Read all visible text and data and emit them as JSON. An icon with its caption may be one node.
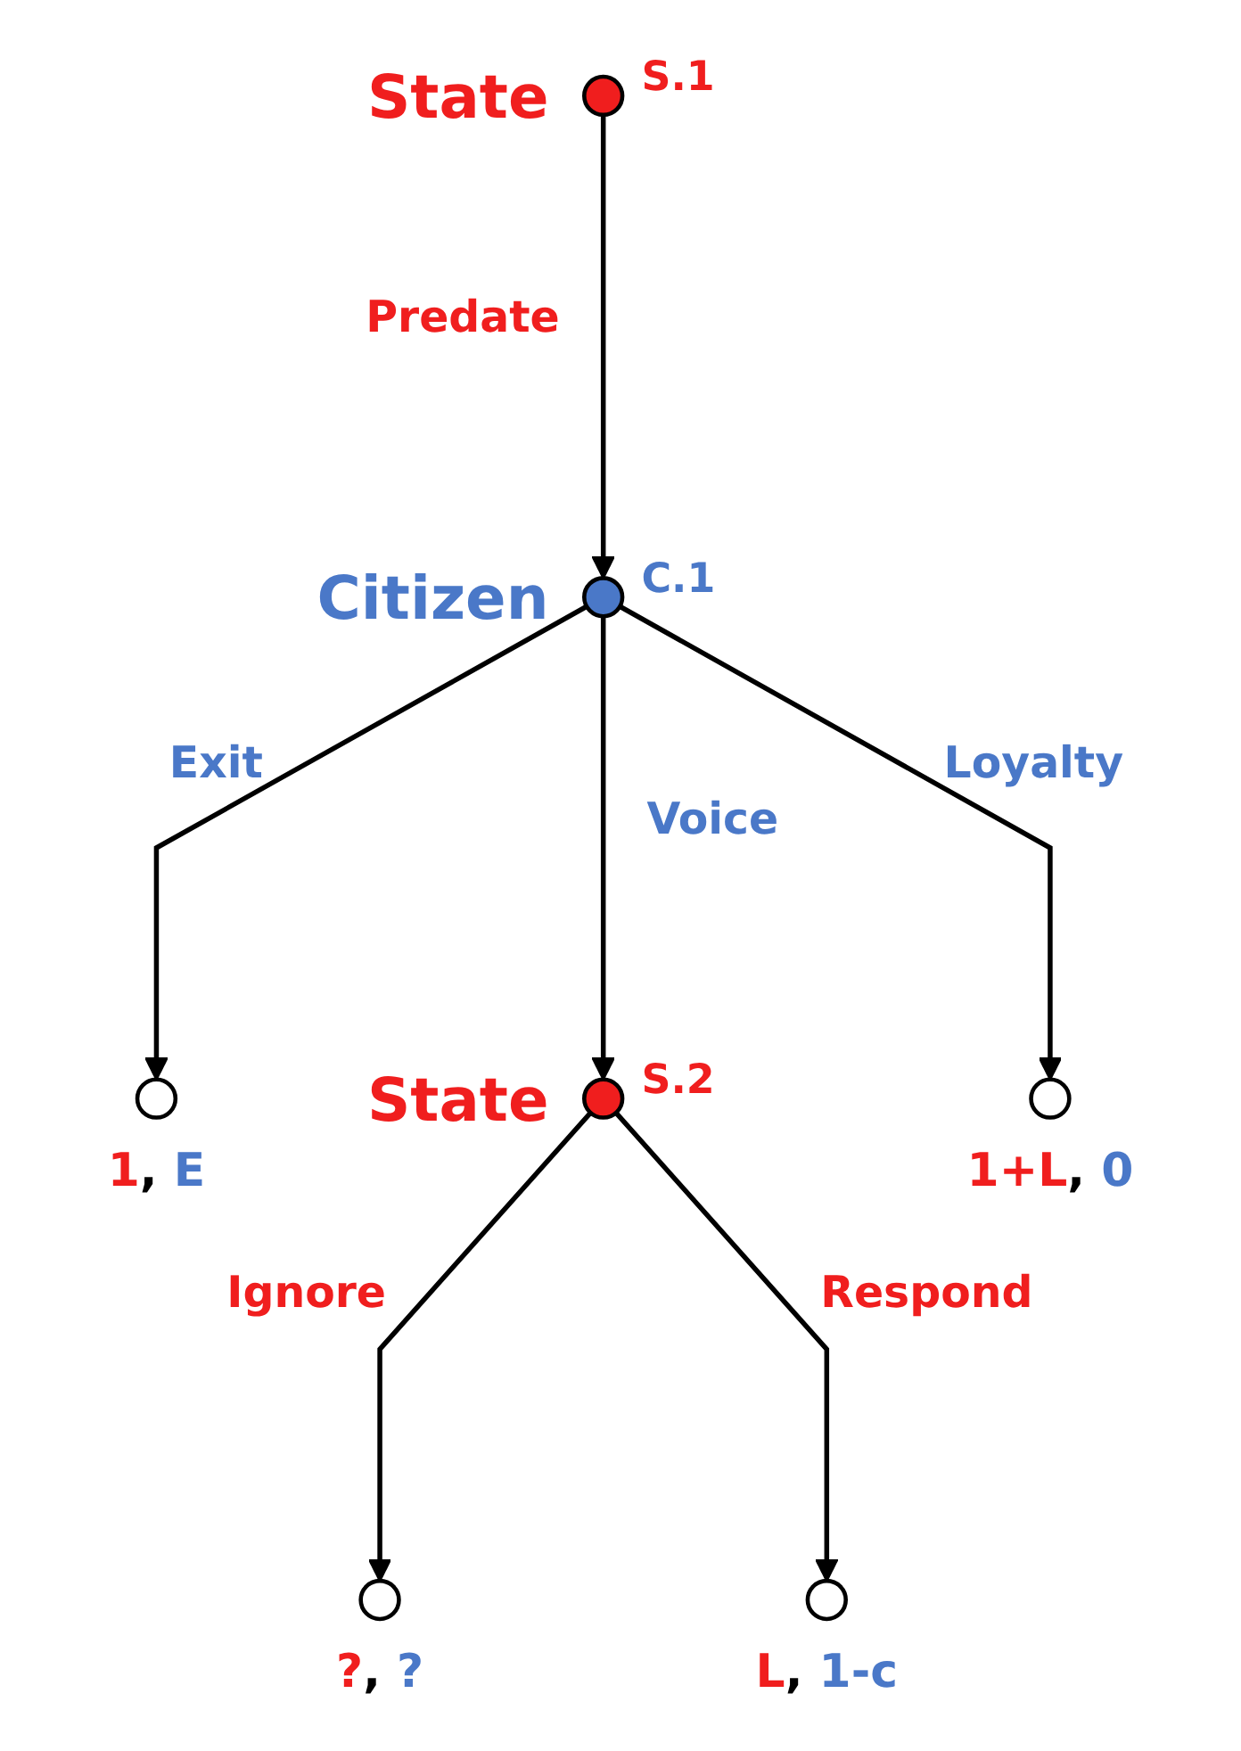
{
  "diagram": {
    "nodes": [
      {
        "text": [],
        "shape": "circle",
        "beside": [
          "State",
          "S.1"
        ]
      },
      {
        "text": [],
        "shape": "circle",
        "beside": [
          "Citizen",
          "C.1"
        ]
      },
      {
        "text": [],
        "shape": "circle",
        "beside": [
          "1, E"
        ]
      },
      {
        "text": [],
        "shape": "circle",
        "beside": [
          "State",
          "S.2"
        ]
      },
      {
        "text": [],
        "shape": "circle",
        "beside": [
          "1+L, 0"
        ]
      },
      {
        "text": [],
        "shape": "circle",
        "beside": [
          "?, ?"
        ]
      },
      {
        "text": [],
        "shape": "circle",
        "beside": [
          "L, 1-c"
        ]
      }
    ],
    "edges": [
      {
        "from": 0,
        "to": 1,
        "arrow": "to",
        "label": "Predate"
      },
      {
        "from": 1,
        "to": 2,
        "arrow": "to",
        "label": "Exit"
      },
      {
        "from": 1,
        "to": 3,
        "arrow": "to",
        "label": "Voice"
      },
      {
        "from": 1,
        "to": 4,
        "arrow": "to",
        "label": "Loyalty"
      },
      {
        "from": 3,
        "to": 5,
        "arrow": "to",
        "label": "Ignore"
      },
      {
        "from": 3,
        "to": 6,
        "arrow": "to",
        "label": "Respond"
      }
    ]
  }
}
